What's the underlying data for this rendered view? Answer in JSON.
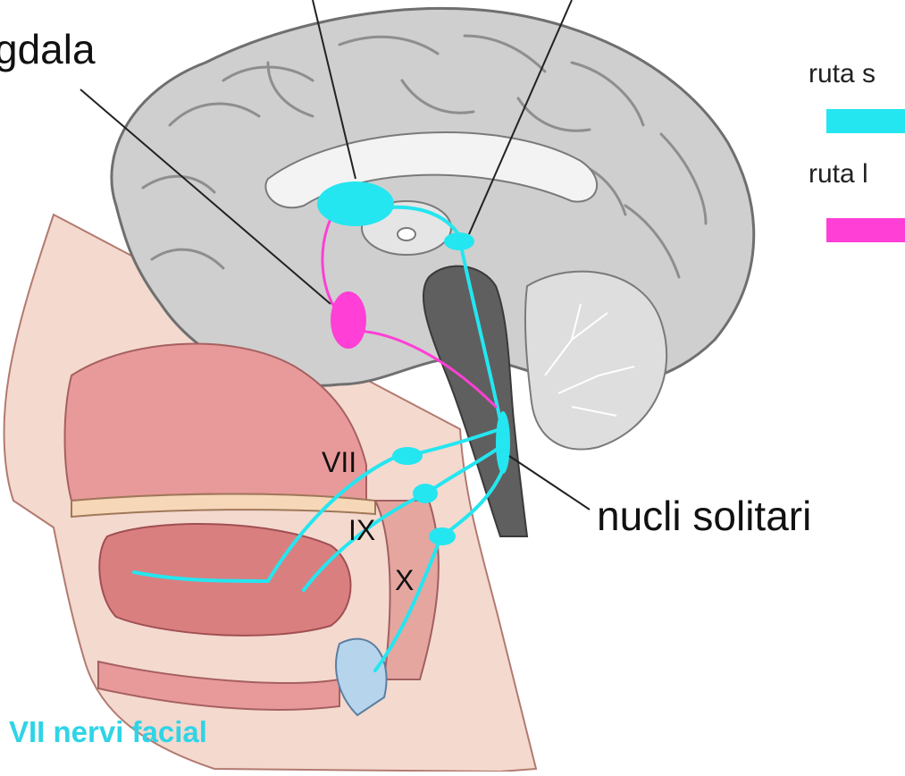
{
  "labels": {
    "amygdala": "gdala",
    "solitary_nucleus": "nucli solitari",
    "nerve_vii": "VII",
    "nerve_ix": "IX",
    "nerve_x": "X",
    "caption": "VII nervi facial"
  },
  "legend": {
    "items": [
      {
        "label": "ruta s",
        "color": "#24e6f0"
      },
      {
        "label": "ruta l",
        "color": "#ff3fd6"
      }
    ]
  },
  "colors": {
    "primary_path": "#24e6f0",
    "secondary_path": "#ff3fd6",
    "brain": "#c9c9c9",
    "tissue": "#e8989a"
  }
}
